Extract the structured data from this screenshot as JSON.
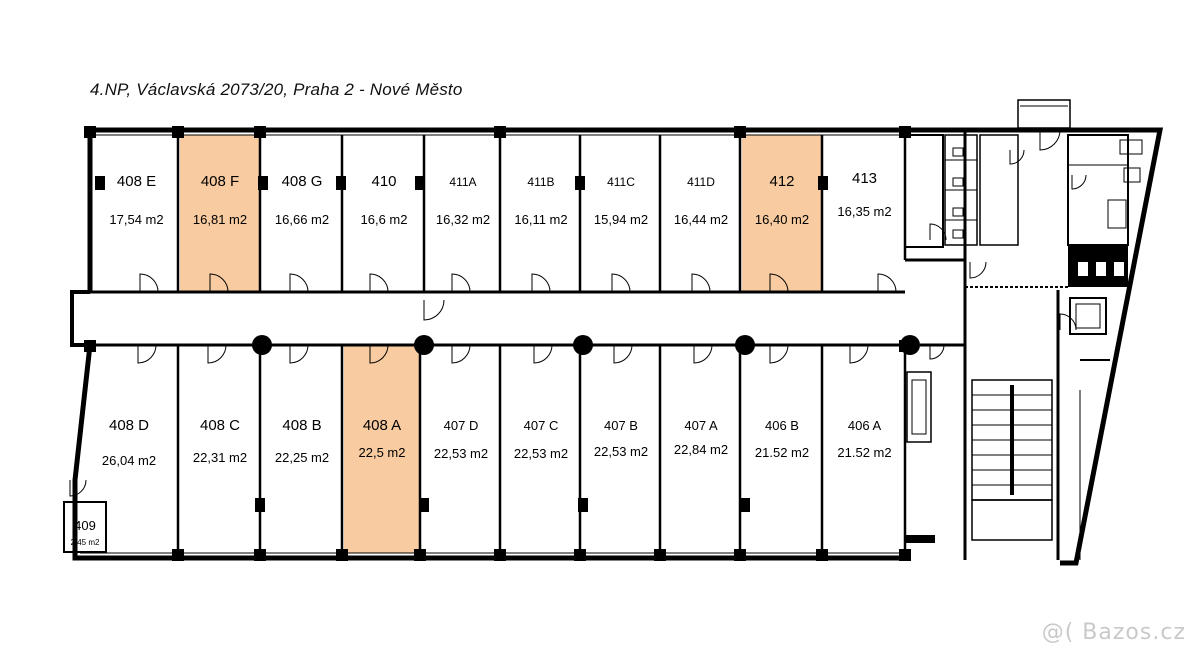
{
  "title": "4.NP, Václavská 2073/20, Praha 2 -  Nové Město",
  "watermark": "@( Bazos.cz",
  "colors": {
    "highlight": "#f8cba0",
    "wall": "#000000"
  },
  "rooms": [
    {
      "id": "408E",
      "number": "408 E",
      "area": "17,54 m2",
      "highlighted": false
    },
    {
      "id": "408F",
      "number": "408 F",
      "area": "16,81 m2",
      "highlighted": true
    },
    {
      "id": "408G",
      "number": "408 G",
      "area": "16,66 m2",
      "highlighted": false
    },
    {
      "id": "410",
      "number": "410",
      "area": "16,6 m2",
      "highlighted": false
    },
    {
      "id": "411A",
      "number": "411A",
      "area": "16,32 m2",
      "highlighted": false
    },
    {
      "id": "411B",
      "number": "411B",
      "area": "16,11 m2",
      "highlighted": false
    },
    {
      "id": "411C",
      "number": "411C",
      "area": "15,94 m2",
      "highlighted": false
    },
    {
      "id": "411D",
      "number": "411D",
      "area": "16,44 m2",
      "highlighted": false
    },
    {
      "id": "412",
      "number": "412",
      "area": "16,40 m2",
      "highlighted": true
    },
    {
      "id": "413",
      "number": "413",
      "area": "16,35 m2",
      "highlighted": false
    },
    {
      "id": "408D",
      "number": "408 D",
      "area": "26,04 m2",
      "highlighted": false
    },
    {
      "id": "408C",
      "number": "408 C",
      "area": "22,31 m2",
      "highlighted": false
    },
    {
      "id": "408B",
      "number": "408 B",
      "area": "22,25 m2",
      "highlighted": false
    },
    {
      "id": "408A",
      "number": "408 A",
      "area": "22,5 m2",
      "highlighted": true
    },
    {
      "id": "407D",
      "number": "407 D",
      "area": "22,53 m2",
      "highlighted": false
    },
    {
      "id": "407C",
      "number": "407 C",
      "area": "22,53 m2",
      "highlighted": false
    },
    {
      "id": "407B",
      "number": "407 B",
      "area": "22,53 m2",
      "highlighted": false
    },
    {
      "id": "407A",
      "number": "407 A",
      "area": "22,84 m2",
      "highlighted": false
    },
    {
      "id": "406B",
      "number": "406 B",
      "area": "21.52 m2",
      "highlighted": false
    },
    {
      "id": "406A",
      "number": "406 A",
      "area": "21.52 m2",
      "highlighted": false
    },
    {
      "id": "409",
      "number": "409",
      "area": "2,45 m2",
      "highlighted": false
    }
  ]
}
